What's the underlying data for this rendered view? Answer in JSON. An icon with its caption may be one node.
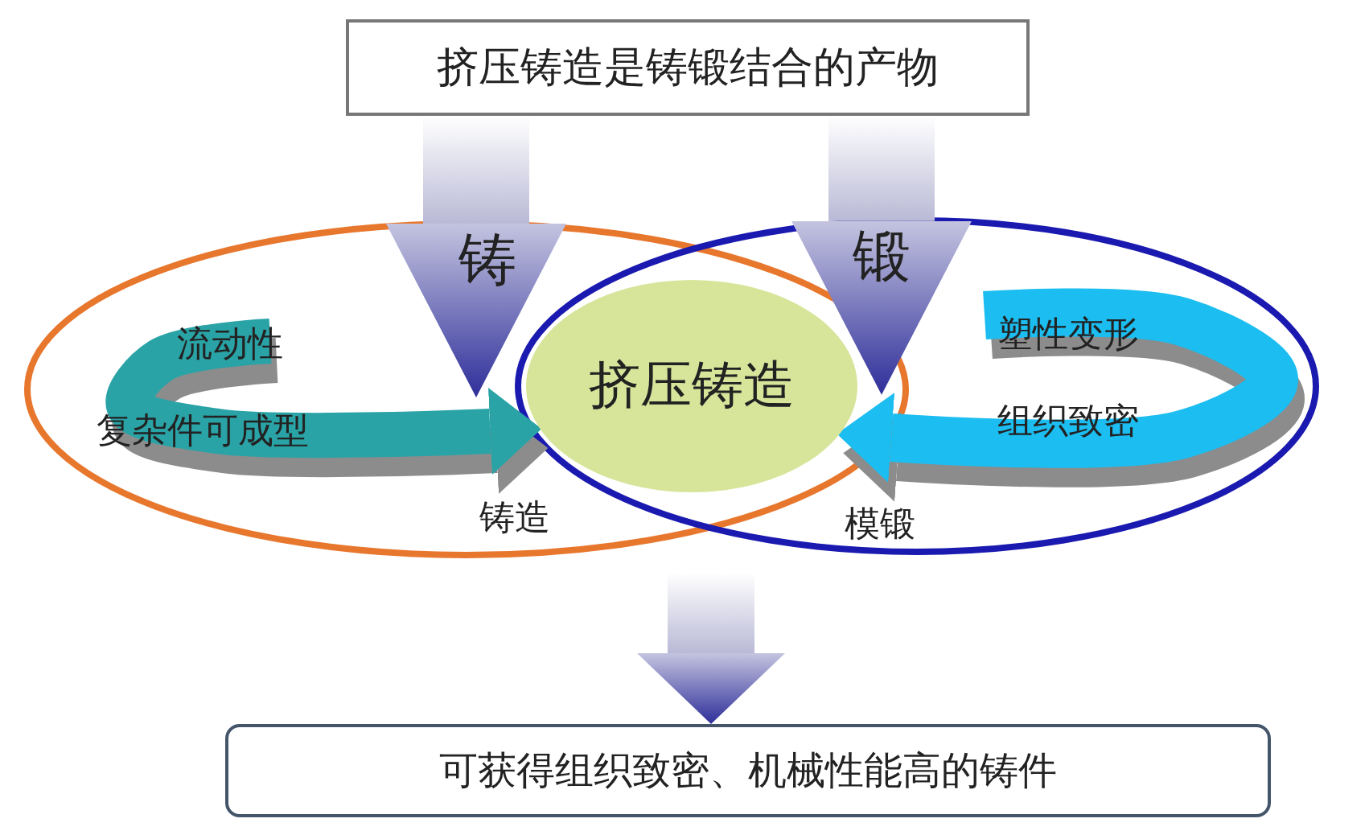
{
  "diagram": {
    "nodes": [
      {
        "text": [
          "挤压铸造是铸锻结合的产物"
        ]
      },
      {
        "text": [
          "流动性",
          "复杂件可成型",
          "铸造"
        ]
      },
      {
        "text": [
          "塑性变形",
          "组织致密",
          "模锻"
        ]
      },
      {
        "text": [
          "挤压铸造"
        ]
      },
      {
        "text": [
          "可获得组织致密、机械性能高的铸件"
        ]
      }
    ],
    "edges": [
      {
        "from": 0,
        "to": 1,
        "arrow": "to",
        "label": "铸",
        "style": "thick"
      },
      {
        "from": 0,
        "to": 2,
        "arrow": "to",
        "label": "锻",
        "style": "thick"
      },
      {
        "from": 1,
        "to": 3,
        "arrow": "to",
        "color": "#2aa3a6"
      },
      {
        "from": 2,
        "to": 3,
        "arrow": "to",
        "color": "#1cbdf0"
      },
      {
        "from": null,
        "to": 4,
        "arrow": "to",
        "style": "thick"
      }
    ]
  }
}
